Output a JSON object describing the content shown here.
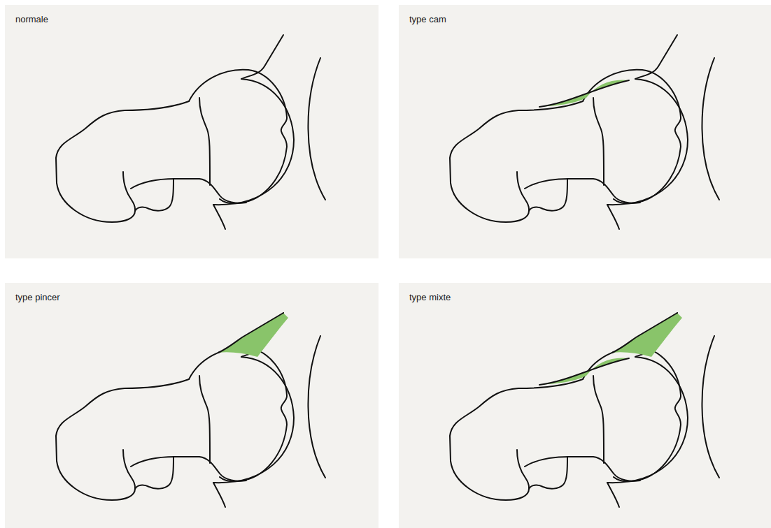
{
  "diagram": {
    "nodes": [
      {
        "text": [
          "normale"
        ]
      },
      {
        "text": [
          "type cam"
        ]
      },
      {
        "text": [
          "type pincer"
        ]
      },
      {
        "text": [
          "type mixte"
        ]
      }
    ]
  }
}
